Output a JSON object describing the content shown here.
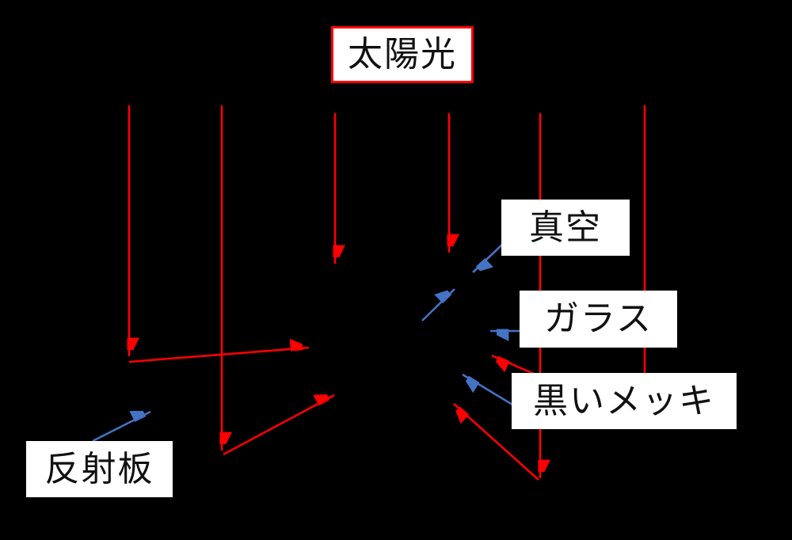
{
  "diagram": {
    "labels": {
      "sunlight": "太陽光",
      "vacuum": "真空",
      "glass": "ガラス",
      "black_plating": "黒いメッキ",
      "reflector": "反射板"
    },
    "colors": {
      "background": "#000000",
      "ray": "#ff0000",
      "pointer": "#4472c4",
      "label_bg": "#ffffff",
      "label_text": "#111111",
      "sunlight_border": "#ff0000"
    }
  }
}
